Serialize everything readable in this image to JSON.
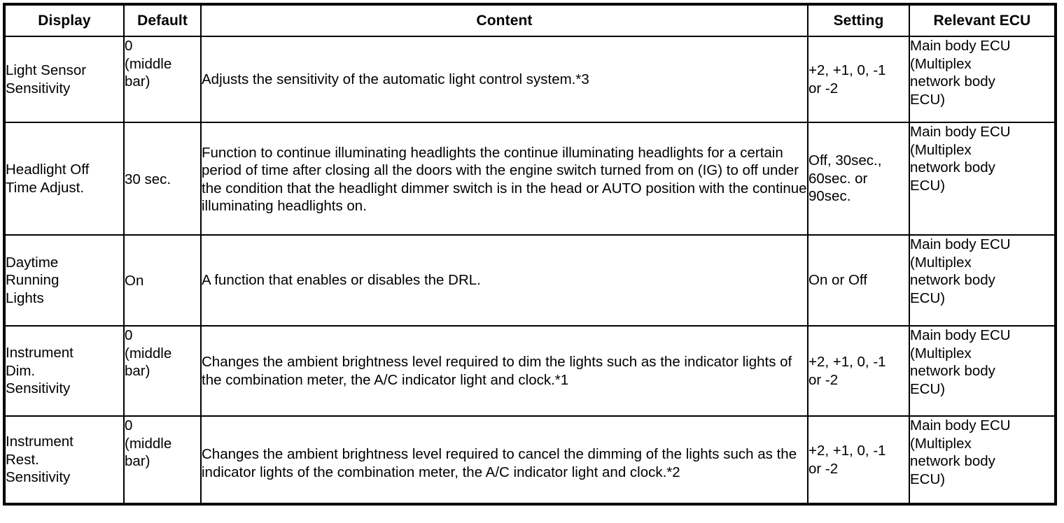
{
  "table": {
    "columns": [
      {
        "key": "display",
        "label": "Display"
      },
      {
        "key": "default",
        "label": "Default"
      },
      {
        "key": "content",
        "label": "Content"
      },
      {
        "key": "setting",
        "label": "Setting"
      },
      {
        "key": "ecu",
        "label": "Relevant ECU"
      }
    ],
    "rows": [
      {
        "display": "Light Sensor\nSensitivity",
        "default": "0\n(middle\nbar)",
        "content": "Adjusts the sensitivity of the automatic light control system.*3",
        "setting": "+2, +1, 0, -1\nor -2",
        "ecu": "Main body ECU\n(Multiplex\nnetwork body\nECU)"
      },
      {
        "display": "Headlight Off\nTime Adjust.",
        "default": "30 sec.",
        "content": "Function to continue illuminating headlights the continue illuminating headlights for a certain period of time after closing all the doors with the engine switch turned from on (IG) to off under the condition that the headlight dimmer switch is in the head or AUTO position with the continue illuminating headlights on.",
        "setting": "Off, 30sec.,\n60sec. or\n90sec.",
        "ecu": "Main body ECU\n(Multiplex\nnetwork body\nECU)"
      },
      {
        "display": "Daytime\nRunning\nLights",
        "default": "On",
        "content": "A function that enables or disables the DRL.",
        "setting": "On or Off",
        "ecu": "Main body ECU\n(Multiplex\nnetwork body\nECU)"
      },
      {
        "display": "Instrument\nDim.\nSensitivity",
        "default": "0\n(middle\nbar)",
        "content": "Changes the ambient brightness level required to dim the lights such as the indicator lights of the combination meter, the A/C indicator light and clock.*1",
        "setting": "+2, +1, 0, -1\nor -2",
        "ecu": "Main body ECU\n(Multiplex\nnetwork body\nECU)"
      },
      {
        "display": "Instrument\nRest.\nSensitivity",
        "default": "0\n(middle\nbar)",
        "content": "Changes the ambient brightness level required to cancel the dimming of the lights such as the indicator lights of the combination meter, the A/C indicator light and clock.*2",
        "setting": "+2, +1, 0, -1\nor -2",
        "ecu": "Main body ECU\n(Multiplex\nnetwork body\nECU)"
      }
    ]
  },
  "colors": {
    "border": "#000000",
    "text": "#000000",
    "background": "#ffffff"
  }
}
